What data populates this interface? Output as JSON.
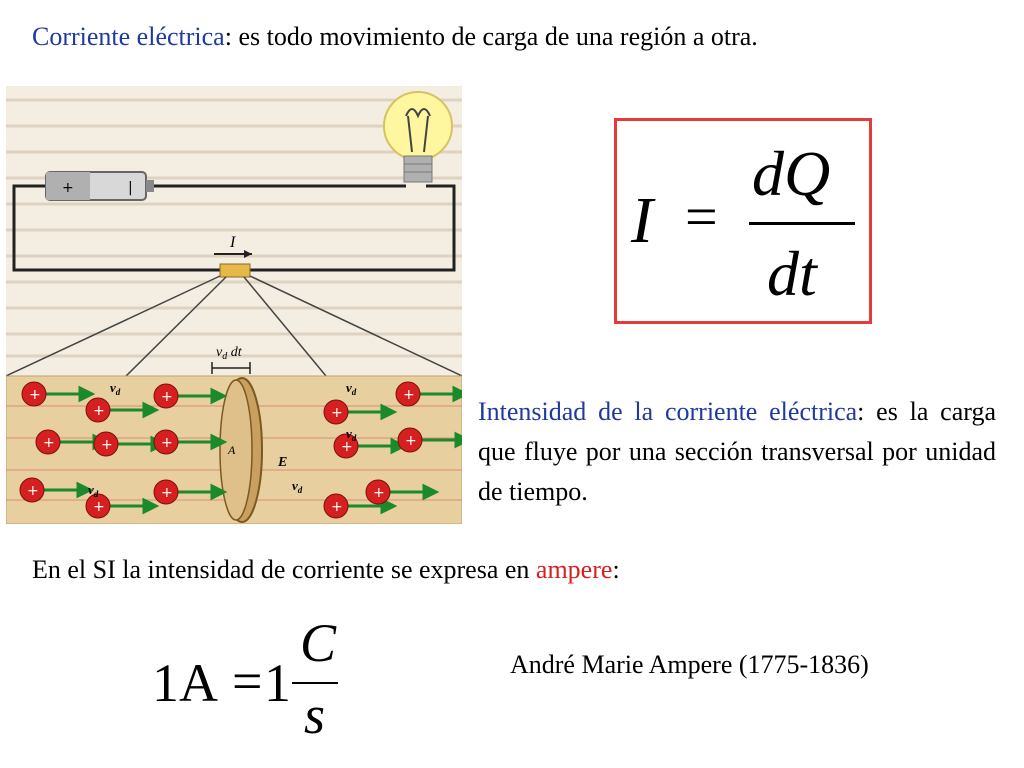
{
  "heading": {
    "term": "Corriente eléctrica",
    "rest": ": es todo movimiento de carga de una región a otra."
  },
  "figure": {
    "current_label": "I",
    "drift_label_v": "v",
    "drift_label_sub": "d",
    "drift_label_dt": "dt",
    "area_label": "A",
    "field_label": "E",
    "vd_label": "v",
    "vd_sub": "d",
    "charge_sign": "+",
    "battery_plus": "+",
    "battery_minus": "|"
  },
  "formula": {
    "lhs": "I",
    "equals": "=",
    "numerator": "dQ",
    "denominator": "dt"
  },
  "paragraph": {
    "term": "Intensidad de la corriente eléctrica",
    "rest": ": es la carga que fluye por una sección transversal por unidad de tiempo."
  },
  "si_line": {
    "before": "En el SI la intensidad de corriente se expresa en ",
    "term": "ampere",
    "after": ":"
  },
  "ampere_eq": {
    "lhs": "1A",
    "equals": "=",
    "coef": "1",
    "numerator": "C",
    "denominator": "s"
  },
  "credit": "André Marie Ampere (1775-1836)",
  "colors": {
    "term_blue": "#1f3a9e",
    "term_red": "#d61f1f",
    "box_red": "#e43a3a",
    "bg_tan": "#e8cfa0",
    "charge_red": "#d62020",
    "arrow_green": "#1a8a2a"
  }
}
